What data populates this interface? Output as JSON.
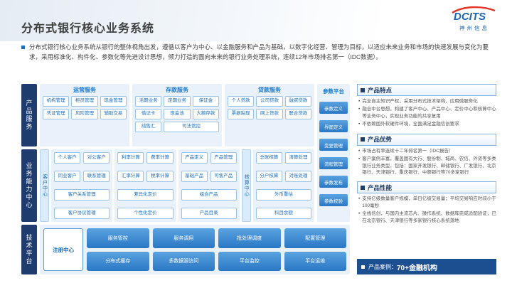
{
  "logo": {
    "brand": "DCITS",
    "subbrand": "神州信息"
  },
  "header": {
    "title": "分布式银行核心业务系统"
  },
  "intro": {
    "text": "分布式银行核心业务系统从银行的整体视角出发，遵循以客户为中心、以金融服务和产品为基础，以数字化经营、管理为目标，以适应未来业务和市场的快速发展与变化为要求，采用标准化、构件化、参数化等先进设计思想，倾力打造的面向未来的银行业务处理系统，连续12年市场排名第一（IDC数据）。"
  },
  "diagram": {
    "layers": {
      "product_services": "产品服务",
      "business_center": "业务能力中心",
      "tech_platform": "技术平台"
    },
    "service_groups": [
      {
        "title": "运营服务",
        "items": [
          "机构管理",
          "柜员管理",
          "现金管理",
          "凭证管理",
          "风险管理",
          "辅助交易"
        ]
      },
      {
        "title": "存款服务",
        "items": [
          "活期业务",
          "定期业务",
          "保证金",
          "借记卡",
          "现金池",
          "大额存款",
          "结售汇",
          "司法管控"
        ]
      },
      {
        "title": "贷款服务",
        "items": [
          "个人贷款",
          "公司贷款",
          "融资贷款",
          "票据贴现",
          "网上贷款",
          "联合贷款"
        ]
      }
    ],
    "param_platform": {
      "title": "参数平台",
      "items": [
        "参数定义",
        "界面定义",
        "变更管理",
        "流程管理",
        "参数发布",
        "参数校验"
      ]
    },
    "centers": {
      "customer_label": "客户中心",
      "accounting_label": "核算中心",
      "customer_items": [
        "个人客户",
        "对公客户",
        "同业客户",
        "联系管理",
        "客户关系管理",
        "客户协议管理"
      ],
      "pricing_items": [
        "利率计算",
        "费率计算",
        "汇率计算",
        "税率计算",
        "差异化定价",
        "个性化定价"
      ],
      "product_items": [
        "产品定义",
        "产品管理",
        "基础产品",
        "可售产品",
        "组合产品",
        "产品目录"
      ],
      "accounting_items": [
        "总账核算",
        "清算处理",
        "分户核算",
        "对账处理",
        "外币重估",
        "科目余额"
      ]
    },
    "tech": {
      "registry": "注册中心",
      "items": [
        "服务管控",
        "服务调用",
        "批处理调度",
        "配置管理",
        "分布式缓存",
        "多数据源访问",
        "平台监控",
        "平台运维"
      ]
    }
  },
  "panel": {
    "sections": [
      {
        "title": "产品特点",
        "bullets": [
          "完全自主知识产权，采用分布式技术架构，应用微服务化",
          "融合中台思想，构建了客户中心、产品中心、定价中心和核算中心等业务中心，实现业务功能的共享复用",
          "不依赖国外软硬件环境，全面满足金融信创要求"
        ]
      },
      {
        "title": "产品优势",
        "bullets": [
          "市场占有率连续十二年排名第一（IDC报告）",
          "客户案例丰富，覆盖国有大行、股份制、城商、农信、外资等多类银行业务类型，包括：国家开发银行、邮储银行、广发银行、北京银行、天津银行、重庆银行、中原银行等70多家银行"
        ]
      },
      {
        "title": "产品性能",
        "bullets": [
          "支持亿级数量客户规模，单日亿级交易量；平均交易响应时间小于100毫秒",
          "全栈信创，与国内主流芯片、操作系统、数据库完成适配验证，已在北京银行、天津银行等多家银行核心系统落地"
        ]
      }
    ],
    "case": {
      "label": "产品案例：",
      "value": "70+金融机构"
    }
  }
}
